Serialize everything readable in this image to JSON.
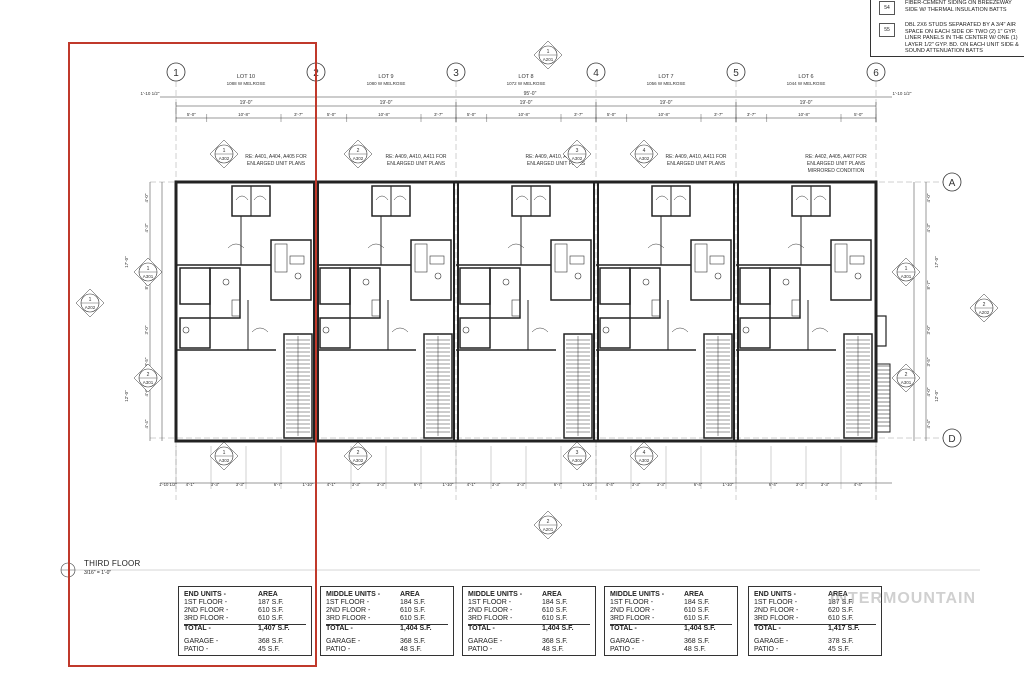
{
  "notes": [
    {
      "tag": "54",
      "text": "FIBER-CEMENT SIDING ON BREEZEWAY SIDE W/ THERMAL INSULATION BATTS"
    },
    {
      "tag": "55",
      "text": "DBL 2X6 STUDS SEPARATED BY A 3/4\" AIR SPACE ON EACH SIDE OF TWO (2) 1\" GYP. LINER PANELS IN THE CENTER W/ ONE (1) LAYER 1/2\" GYP. BD. ON EACH UNIT SIDE & SOUND ATTENUATION BATTS"
    }
  ],
  "grid_columns": [
    "1",
    "2",
    "3",
    "4",
    "5",
    "6"
  ],
  "grid_rows": [
    "A",
    "D"
  ],
  "lots": [
    {
      "lot": "LOT 10",
      "address": "1088 W MELROSE"
    },
    {
      "lot": "LOT 9",
      "address": "1080 W MELROSE"
    },
    {
      "lot": "LOT 8",
      "address": "1072 W MELROSE"
    },
    {
      "lot": "LOT 7",
      "address": "1056 W MELROSE"
    },
    {
      "lot": "LOT 6",
      "address": "1044 W MELROSE"
    }
  ],
  "overall_dim": "95'-0\"",
  "end_offsets": [
    "1'-10 1/2\"",
    "1'-10 1/2\""
  ],
  "unit_widths": [
    "19'-0\"",
    "19'-0\"",
    "19'-0\"",
    "19'-0\"",
    "19'-0\""
  ],
  "sub_dims": [
    "5'-0\"",
    "10'-8\"",
    "3'-7\""
  ],
  "enlarged_notes": [
    {
      "line1": "RE: A401, A404, A405 FOR",
      "line2": "ENLARGED UNIT PLANS",
      "line3": ""
    },
    {
      "line1": "RE: A409, A410, A411 FOR",
      "line2": "ENLARGED UNIT PLANS",
      "line3": ""
    },
    {
      "line1": "RE: A409, A410, A411 FOR",
      "line2": "ENLARGED UNIT PLANS",
      "line3": ""
    },
    {
      "line1": "RE: A409, A410, A411 FOR",
      "line2": "ENLARGED UNIT PLANS",
      "line3": ""
    },
    {
      "line1": "RE: A402, A405, A407 FOR",
      "line2": "ENLARGED UNIT PLANS",
      "line3": "MIRRORED CONDITION"
    }
  ],
  "section_tags": {
    "top": "A201",
    "bottom": "A201",
    "left": "A202",
    "right": "A202",
    "a302": "A302",
    "a301": "A301"
  },
  "left_dims": [
    "4'-0\"",
    "4'-3\"",
    "17'-0\"",
    "8'-7\"",
    "3'-0\"",
    "3'-5\"",
    "12'-0\"",
    "4'-0\"",
    "4'-4\""
  ],
  "bottom_dims": [
    "1'-10 1/2\"",
    "4'-1\"",
    "3'-3\"",
    "3'-3\"",
    "6'-7\"",
    "1'-10\"",
    "4'-1\"",
    "3'-3\"",
    "3'-3\"",
    "6'-7\"",
    "1'-10\"",
    "4'-1\"",
    "3'-3\"",
    "3'-3\"",
    "6'-7\"",
    "1'-10\"",
    "4'-4\"",
    "3'-3\"",
    "3'-3\"",
    "6'-4\"",
    "1'-10\"",
    "6'-4\"",
    "3'-3\"",
    "3'-3\"",
    "4'-4\""
  ],
  "plan_title": "THIRD FLOOR",
  "plan_scale": "3/16\" = 1'-0\"",
  "area_tables": [
    {
      "type": "END UNITS -",
      "header": "AREA",
      "rows": [
        [
          "1ST FLOOR -",
          "187 S.F."
        ],
        [
          "2ND FLOOR -",
          "610 S.F."
        ],
        [
          "3RD FLOOR -",
          "610 S.F."
        ]
      ],
      "total": [
        "TOTAL -",
        "1,407 S.F."
      ],
      "extra": [
        [
          "GARAGE -",
          "368 S.F."
        ],
        [
          "PATIO -",
          "45 S.F."
        ]
      ]
    },
    {
      "type": "MIDDLE UNITS -",
      "header": "AREA",
      "rows": [
        [
          "1ST FLOOR -",
          "184 S.F."
        ],
        [
          "2ND FLOOR -",
          "610 S.F."
        ],
        [
          "3RD FLOOR -",
          "610 S.F."
        ]
      ],
      "total": [
        "TOTAL -",
        "1,404 S.F."
      ],
      "extra": [
        [
          "GARAGE -",
          "368 S.F."
        ],
        [
          "PATIO -",
          "48 S.F."
        ]
      ]
    },
    {
      "type": "MIDDLE UNITS -",
      "header": "AREA",
      "rows": [
        [
          "1ST FLOOR -",
          "184 S.F."
        ],
        [
          "2ND FLOOR -",
          "610 S.F."
        ],
        [
          "3RD FLOOR -",
          "610 S.F."
        ]
      ],
      "total": [
        "TOTAL -",
        "1,404 S.F."
      ],
      "extra": [
        [
          "GARAGE -",
          "368 S.F."
        ],
        [
          "PATIO -",
          "48 S.F."
        ]
      ]
    },
    {
      "type": "MIDDLE UNITS -",
      "header": "AREA",
      "rows": [
        [
          "1ST FLOOR -",
          "184 S.F."
        ],
        [
          "2ND FLOOR -",
          "610 S.F."
        ],
        [
          "3RD FLOOR -",
          "610 S.F."
        ]
      ],
      "total": [
        "TOTAL -",
        "1,404 S.F."
      ],
      "extra": [
        [
          "GARAGE -",
          "368 S.F."
        ],
        [
          "PATIO -",
          "48 S.F."
        ]
      ]
    },
    {
      "type": "END UNITS -",
      "header": "AREA",
      "rows": [
        [
          "1ST FLOOR -",
          "187 S.F."
        ],
        [
          "2ND FLOOR -",
          "620 S.F."
        ],
        [
          "3RD FLOOR -",
          "610 S.F."
        ]
      ],
      "total": [
        "TOTAL -",
        "1,417 S.F."
      ],
      "extra": [
        [
          "GARAGE -",
          "378 S.F."
        ],
        [
          "PATIO -",
          "45 S.F."
        ]
      ]
    }
  ],
  "watermark": "INTERMOUNTAIN",
  "colors": {
    "highlight": "#c0392b",
    "line": "#333333",
    "wall": "#222222"
  }
}
